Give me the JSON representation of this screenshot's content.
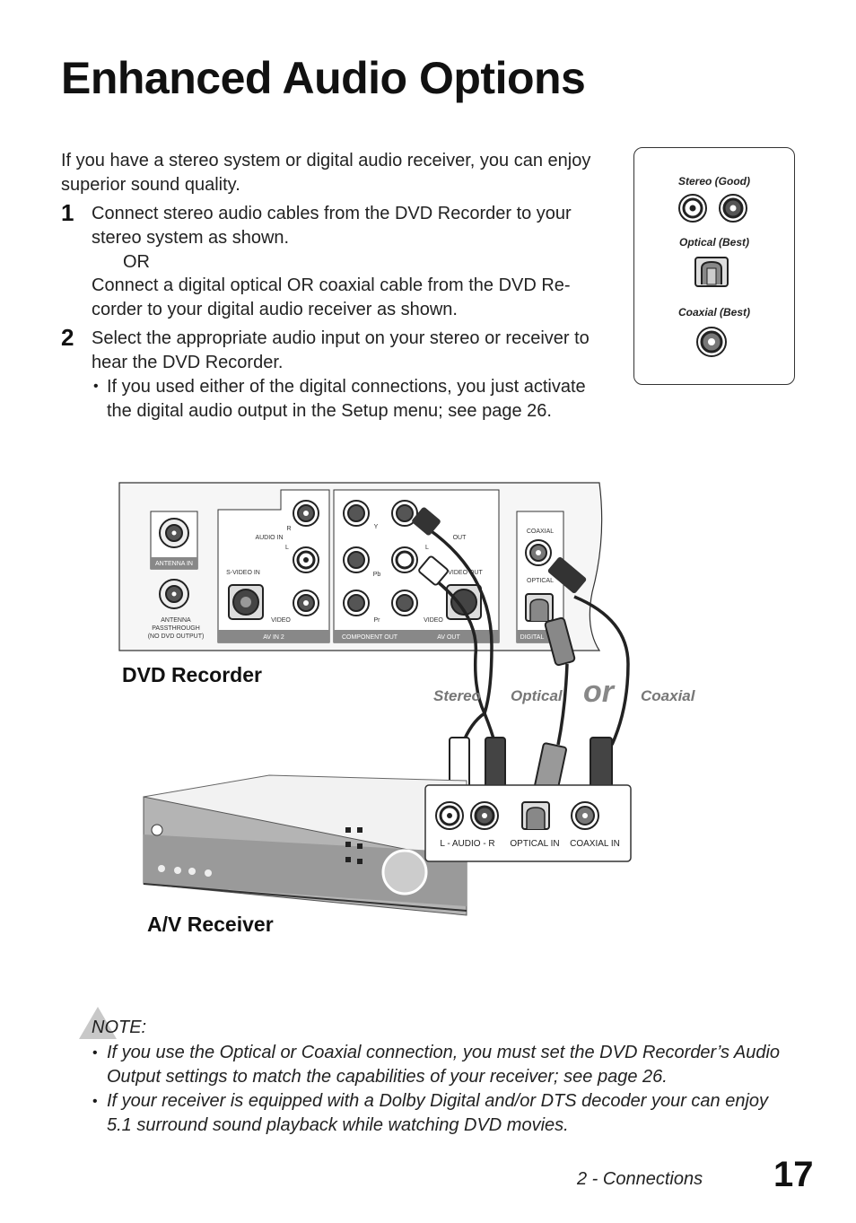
{
  "title": "Enhanced Audio Options",
  "intro": {
    "line1": "If you have a stereo system or digital audio receiver, you can enjoy",
    "line2": "superior sound quality."
  },
  "steps": [
    {
      "number": "1",
      "lines": [
        "Connect stereo audio cables from the DVD Recorder to your",
        "stereo system as shown.",
        "OR",
        "Connect a digital optical OR coaxial cable from the DVD Re-",
        "corder to your digital audio receiver as shown."
      ]
    },
    {
      "number": "2",
      "lines": [
        "Select the appropriate audio input on your stereo or receiver to",
        "hear the DVD Recorder."
      ],
      "bullet_lines": [
        "If you used either of the digital connections, you just activate",
        "the digital audio output in the Setup menu; see page 26."
      ]
    }
  ],
  "legend": {
    "stereo": "Stereo (Good)",
    "optical": "Optical  (Best)",
    "coaxial": "Coaxial (Best)"
  },
  "diagram": {
    "dvd_recorder_label": "DVD Recorder",
    "av_receiver_label": "A/V Receiver",
    "cable_labels": {
      "stereo": "Stereo",
      "optical": "Optical",
      "or": "or",
      "coaxial": "Coaxial"
    },
    "dvd_panel": {
      "antenna_in": "ANTENNA IN",
      "antenna_pass_1": "ANTENNA",
      "antenna_pass_2": "PASSTHROUGH",
      "antenna_pass_3": "(NO DVD OUTPUT)",
      "audio_in": "AUDIO IN",
      "r": "R",
      "l": "L",
      "svideo_in": "S-VIDEO IN",
      "video": "VIDEO",
      "av_in_2": "AV IN 2",
      "y": "Y",
      "pb": "Pb",
      "pr": "Pr",
      "out": "OUT",
      "svideo_out": "S-VIDEO OUT",
      "component_out": "COMPONENT OUT",
      "av_out": "AV OUT",
      "coaxial": "COAXIAL",
      "optical": "OPTICAL",
      "digital": "DIGITAL"
    },
    "receiver_panel": {
      "audio": "L - AUDIO - R",
      "optical_in": "OPTICAL IN",
      "coaxial_in": "COAXIAL IN"
    }
  },
  "note": {
    "heading": "NOTE:",
    "bullets": [
      [
        "If you use the Optical or Coaxial connection, you must set the DVD Recorder’s Audio",
        "Output settings to match the capabilities of your receiver; see page 26."
      ],
      [
        "If your receiver is equipped with a Dolby Digital and/or DTS decoder your can enjoy",
        "5.1 surround sound playback while watching DVD movies."
      ]
    ]
  },
  "footer": {
    "section": "2 - Connections",
    "page": "17"
  }
}
